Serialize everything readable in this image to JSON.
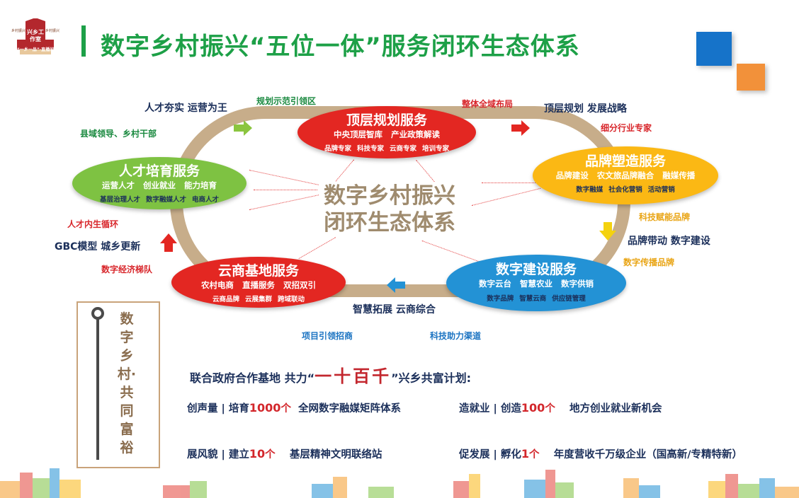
{
  "header": {
    "logo": {
      "top_small_left": "乡村振兴",
      "top_small_right": "乡村振兴",
      "big": "兴乡工作室",
      "banner": "“一乡一品”·直播间"
    },
    "title": "数字乡村振兴“五位一体”服务闭环生态体系"
  },
  "center": {
    "line1": "数字乡村振兴",
    "line2": "闭环生态体系"
  },
  "services": {
    "top": {
      "title": "顶层规划服务",
      "row1": [
        "中央顶层智库",
        "产业政策解读"
      ],
      "row2": [
        "品牌专家",
        "科技专家",
        "云商专家",
        "培训专家"
      ]
    },
    "left": {
      "title": "人才培育服务",
      "row1": [
        "运营人才",
        "创业就业",
        "能力培育"
      ],
      "row2": [
        "基层治理人才",
        "数字融媒人才",
        "电商人才"
      ]
    },
    "right": {
      "title": "品牌塑造服务",
      "row1": [
        "品牌建设",
        "农文旅品牌融合",
        "融媒传播"
      ],
      "row2": [
        "数字融媒",
        "社会化营销",
        "活动营销"
      ]
    },
    "bottom_left": {
      "title": "云商基地服务",
      "row1": [
        "农村电商",
        "直播服务",
        "双招双引"
      ],
      "row2": [
        "云商品牌",
        "云展集群",
        "跨域联动"
      ]
    },
    "bottom_right": {
      "title": "数字建设服务",
      "row1": [
        "数字云台",
        "智慧农业",
        "数字供销"
      ],
      "row2": [
        "数字品牌",
        "智慧云商",
        "供应链管理"
      ]
    }
  },
  "labels": {
    "talent_operations": "人才夯实 运营为王",
    "county_leaders": "县域领导、乡村干部",
    "planning_demo": "规划示范引领区",
    "overall_layout": "整体全域布局",
    "top_strategy": "顶层规划 发展战略",
    "industry_experts": "细分行业专家",
    "tech_brand": "科技赋能品牌",
    "brand_digital": "品牌带动 数字建设",
    "digital_brand_spread": "数字传播品牌",
    "talent_cycle": "人才内生循环",
    "gbc_model": "GBC模型 城乡更新",
    "digital_team": "数字经济梯队",
    "smart_expand": "智慧拓展 云商综合",
    "project_invest": "项目引领招商",
    "tech_channel": "科技助力渠道"
  },
  "vertical_title": "数字乡村·共同富裕",
  "plan": {
    "prefix": "联合政府合作基地  共力“",
    "big": "一十百千",
    "suffix": "”兴乡共富计划:"
  },
  "items": [
    {
      "pre": "创声量 | 培育",
      "num": "1000",
      "unit": "个",
      "post": "  全网数字融媒矩阵体系"
    },
    {
      "pre": "造就业 | 创造",
      "num": "100",
      "unit": "个",
      "post": "    地方创业就业新机会"
    },
    {
      "pre": "展风貌 | 建立",
      "num": "10",
      "unit": "个",
      "post": "    基层精神文明联络站"
    },
    {
      "pre": "促发展 | 孵化",
      "num": "1",
      "unit": "个",
      "post": "    年度营收千万级企业（国高新/专精特新）"
    }
  ]
}
